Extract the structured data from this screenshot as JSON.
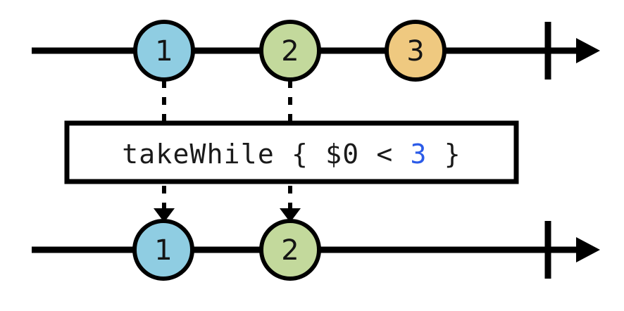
{
  "diagram": {
    "type": "marble-diagram",
    "operator_name": "takeWhile",
    "colors": {
      "blue": "#8FCDE2",
      "green": "#C3D99C",
      "orange": "#EFC980",
      "stroke": "#000000",
      "highlight": "#2B5BE8",
      "background": "#FFFFFF"
    },
    "source_timeline": {
      "name": "source-observable",
      "marbles": [
        {
          "label": "1",
          "color": "#8FCDE2",
          "emitted": true
        },
        {
          "label": "2",
          "color": "#C3D99C",
          "emitted": true
        },
        {
          "label": "3",
          "color": "#EFC980",
          "emitted": false
        }
      ],
      "completion_marker": "|"
    },
    "operator_box": {
      "name": "takeWhile-operator",
      "text_parts": [
        {
          "text": "takeWhile { $0 < ",
          "highlight": false
        },
        {
          "text": "3",
          "highlight": true
        },
        {
          "text": " }",
          "highlight": false
        }
      ],
      "full_text": "takeWhile { $0 < 3 }"
    },
    "result_timeline": {
      "name": "result-observable",
      "marbles": [
        {
          "label": "1",
          "color": "#8FCDE2"
        },
        {
          "label": "2",
          "color": "#C3D99C"
        }
      ],
      "completion_marker": "|"
    }
  }
}
